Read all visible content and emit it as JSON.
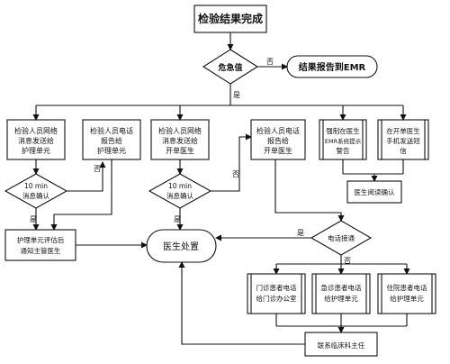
{
  "nodes": {
    "start": "检验结果完成",
    "critical": "危急值",
    "emr": "结果报告到EMR",
    "nurseUnit1": [
      "检验人员网络",
      "消息发送给",
      "护理单元"
    ],
    "phoneNurse": [
      "检验人员电话",
      "报告给",
      "护理单元"
    ],
    "docNet": [
      "检验人员网络",
      "消息发送给",
      "开单医生"
    ],
    "phoneDoc": [
      "检验人员电话",
      "报告给",
      "开单医生"
    ],
    "emrAlert": [
      "强制在医生",
      "EMR系统提示",
      "警告"
    ],
    "mobileAlert": [
      "在开单医生",
      "手机发送短",
      "信"
    ],
    "confirm1": [
      "10 min",
      "消息确认"
    ],
    "confirm2": [
      "10 min",
      "消息确认"
    ],
    "doctorRead": "医生阅读确认",
    "nurseEval": [
      "护理单元评估后",
      "通知主管医生"
    ],
    "doctorHandle": "医生处置",
    "phoneConnect": "电话接通",
    "outpatient": [
      "门诊患者电话",
      "给门诊办公室"
    ],
    "emergency": [
      "急诊患者电话",
      "给护理单元"
    ],
    "inpatient": [
      "住院患者电话",
      "给护理单元"
    ],
    "clinicalHead": "联系临床科主任"
  },
  "labels": {
    "yes": "是",
    "no": "否"
  }
}
